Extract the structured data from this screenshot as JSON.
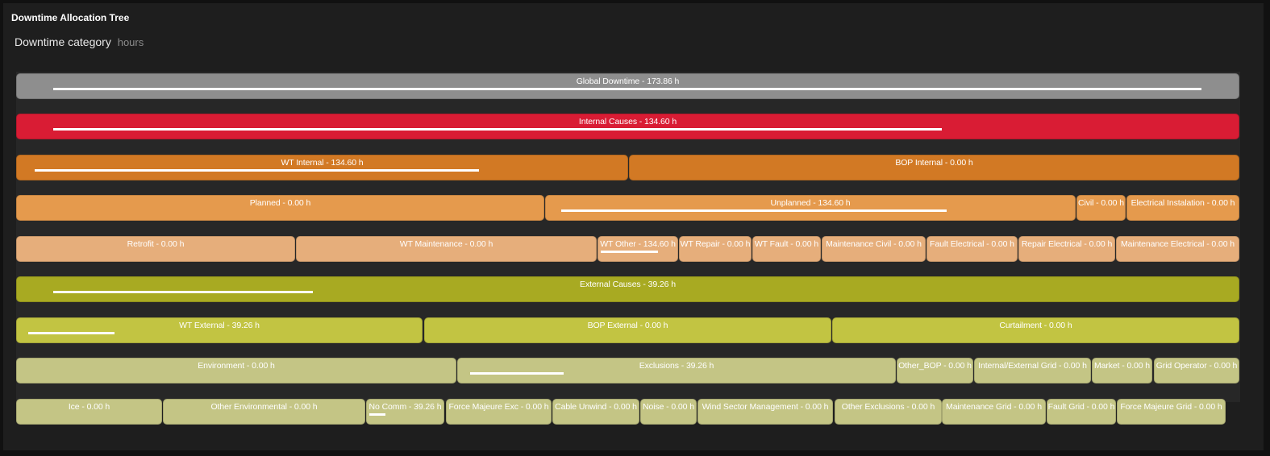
{
  "panel": {
    "title": "Downtime Allocation Tree"
  },
  "chart_header": {
    "category": "Downtime category",
    "unit": "hours"
  },
  "colors": {
    "panel_bg": "#1e1e1e",
    "plot_bg": "#272727",
    "global": "#8e8e8e",
    "internal": "#d91c34",
    "wt_internal": "#d27924",
    "internal_l3": "#e59a4d",
    "internal_l4": "#e6ae7b",
    "external": "#a8aa22",
    "external_l2": "#c2c442",
    "external_l3": "#c4c585",
    "progress": "#ffffff"
  },
  "chart_data": {
    "type": "treemap",
    "title": "Downtime Allocation Tree",
    "unit": "hours",
    "rows": [
      [
        {
          "label": "Global Downtime - 173.86 h",
          "name": "Global Downtime",
          "value": 173.86,
          "color": "#8e8e8e",
          "fraction": 1.0
        }
      ],
      [
        {
          "label": "Internal Causes - 134.60 h",
          "name": "Internal Causes",
          "value": 134.6,
          "color": "#d91c34",
          "fraction": 0.774
        }
      ],
      [
        {
          "label": "WT Internal - 134.60 h",
          "name": "WT Internal",
          "value": 134.6,
          "color": "#d27924",
          "fraction": 0.774
        },
        {
          "label": "BOP Internal - 0.00 h",
          "name": "BOP Internal",
          "value": 0.0,
          "color": "#d27924",
          "fraction": 0
        }
      ],
      [
        {
          "label": "Planned - 0.00 h",
          "name": "Planned",
          "value": 0.0,
          "color": "#e59a4d",
          "fraction": 0
        },
        {
          "label": "Unplanned - 134.60 h",
          "name": "Unplanned",
          "value": 134.6,
          "color": "#e59a4d",
          "fraction": 0.774
        },
        {
          "label": "Civil - 0.00 h",
          "name": "Civil",
          "value": 0.0,
          "color": "#e59a4d",
          "fraction": 0
        },
        {
          "label": "Electrical Instalation - 0.00 h",
          "name": "Electrical Instalation",
          "value": 0.0,
          "color": "#e59a4d",
          "fraction": 0
        }
      ],
      [
        {
          "label": "Retrofit - 0.00 h",
          "name": "Retrofit",
          "value": 0.0,
          "color": "#e6ae7b",
          "fraction": 0
        },
        {
          "label": "WT Maintenance - 0.00 h",
          "name": "WT Maintenance",
          "value": 0.0,
          "color": "#e6ae7b",
          "fraction": 0
        },
        {
          "label": "WT Other - 134.60 h",
          "name": "WT Other",
          "value": 134.6,
          "color": "#e6ae7b",
          "fraction": 0.774
        },
        {
          "label": "WT Repair - 0.00 h",
          "name": "WT Repair",
          "value": 0.0,
          "color": "#e6ae7b",
          "fraction": 0
        },
        {
          "label": "WT Fault - 0.00 h",
          "name": "WT Fault",
          "value": 0.0,
          "color": "#e6ae7b",
          "fraction": 0
        },
        {
          "label": "Maintenance Civil - 0.00 h",
          "name": "Maintenance Civil",
          "value": 0.0,
          "color": "#e6ae7b",
          "fraction": 0
        },
        {
          "label": "Fault Electrical - 0.00 h",
          "name": "Fault Electrical",
          "value": 0.0,
          "color": "#e6ae7b",
          "fraction": 0
        },
        {
          "label": "Repair Electrical - 0.00 h",
          "name": "Repair Electrical",
          "value": 0.0,
          "color": "#e6ae7b",
          "fraction": 0
        },
        {
          "label": "Maintenance Electrical - 0.00 h",
          "name": "Maintenance Electrical",
          "value": 0.0,
          "color": "#e6ae7b",
          "fraction": 0
        }
      ],
      [
        {
          "label": "External Causes - 39.26 h",
          "name": "External Causes",
          "value": 39.26,
          "color": "#a8aa22",
          "fraction": 0.226
        }
      ],
      [
        {
          "label": "WT External - 39.26 h",
          "name": "WT External",
          "value": 39.26,
          "color": "#c2c442",
          "fraction": 0.226
        },
        {
          "label": "BOP External - 0.00 h",
          "name": "BOP External",
          "value": 0.0,
          "color": "#c2c442",
          "fraction": 0
        },
        {
          "label": "Curtailment - 0.00 h",
          "name": "Curtailment",
          "value": 0.0,
          "color": "#c2c442",
          "fraction": 0
        }
      ],
      [
        {
          "label": "Environment - 0.00 h",
          "name": "Environment",
          "value": 0.0,
          "color": "#c4c585",
          "fraction": 0
        },
        {
          "label": "Exclusions - 39.26 h",
          "name": "Exclusions",
          "value": 39.26,
          "color": "#c4c585",
          "fraction": 0.226
        },
        {
          "label": "Other_BOP - 0.00 h",
          "name": "Other_BOP",
          "value": 0.0,
          "color": "#c4c585",
          "fraction": 0
        },
        {
          "label": "Internal/External Grid - 0.00 h",
          "name": "Internal/External Grid",
          "value": 0.0,
          "color": "#c4c585",
          "fraction": 0
        },
        {
          "label": "Market - 0.00 h",
          "name": "Market",
          "value": 0.0,
          "color": "#c4c585",
          "fraction": 0
        },
        {
          "label": "Grid Operator - 0.00 h",
          "name": "Grid Operator",
          "value": 0.0,
          "color": "#c4c585",
          "fraction": 0
        }
      ],
      [
        {
          "label": "Ice - 0.00 h",
          "name": "Ice",
          "value": 0.0,
          "color": "#c4c585",
          "fraction": 0
        },
        {
          "label": "Other Environmental - 0.00 h",
          "name": "Other Environmental",
          "value": 0.0,
          "color": "#c4c585",
          "fraction": 0
        },
        {
          "label": "No Comm - 39.26 h",
          "name": "No Comm",
          "value": 39.26,
          "color": "#c4c585",
          "fraction": 0.226
        },
        {
          "label": "Force Majeure Exc - 0.00 h",
          "name": "Force Majeure Exc",
          "value": 0.0,
          "color": "#c4c585",
          "fraction": 0
        },
        {
          "label": "Cable Unwind - 0.00 h",
          "name": "Cable Unwind",
          "value": 0.0,
          "color": "#c4c585",
          "fraction": 0
        },
        {
          "label": "Noise - 0.00 h",
          "name": "Noise",
          "value": 0.0,
          "color": "#c4c585",
          "fraction": 0
        },
        {
          "label": "Wind Sector Management - 0.00 h",
          "name": "Wind Sector Management",
          "value": 0.0,
          "color": "#c4c585",
          "fraction": 0
        },
        {
          "label": "Other Exclusions - 0.00 h",
          "name": "Other Exclusions",
          "value": 0.0,
          "color": "#c4c585",
          "fraction": 0
        },
        {
          "label": "Maintenance Grid - 0.00 h",
          "name": "Maintenance Grid",
          "value": 0.0,
          "color": "#c4c585",
          "fraction": 0
        },
        {
          "label": "Fault Grid - 0.00 h",
          "name": "Fault Grid",
          "value": 0.0,
          "color": "#c4c585",
          "fraction": 0
        },
        {
          "label": "Force Majeure Grid - 0.00 h",
          "name": "Force Majeure Grid",
          "value": 0.0,
          "color": "#c4c585",
          "fraction": 0
        }
      ]
    ]
  }
}
